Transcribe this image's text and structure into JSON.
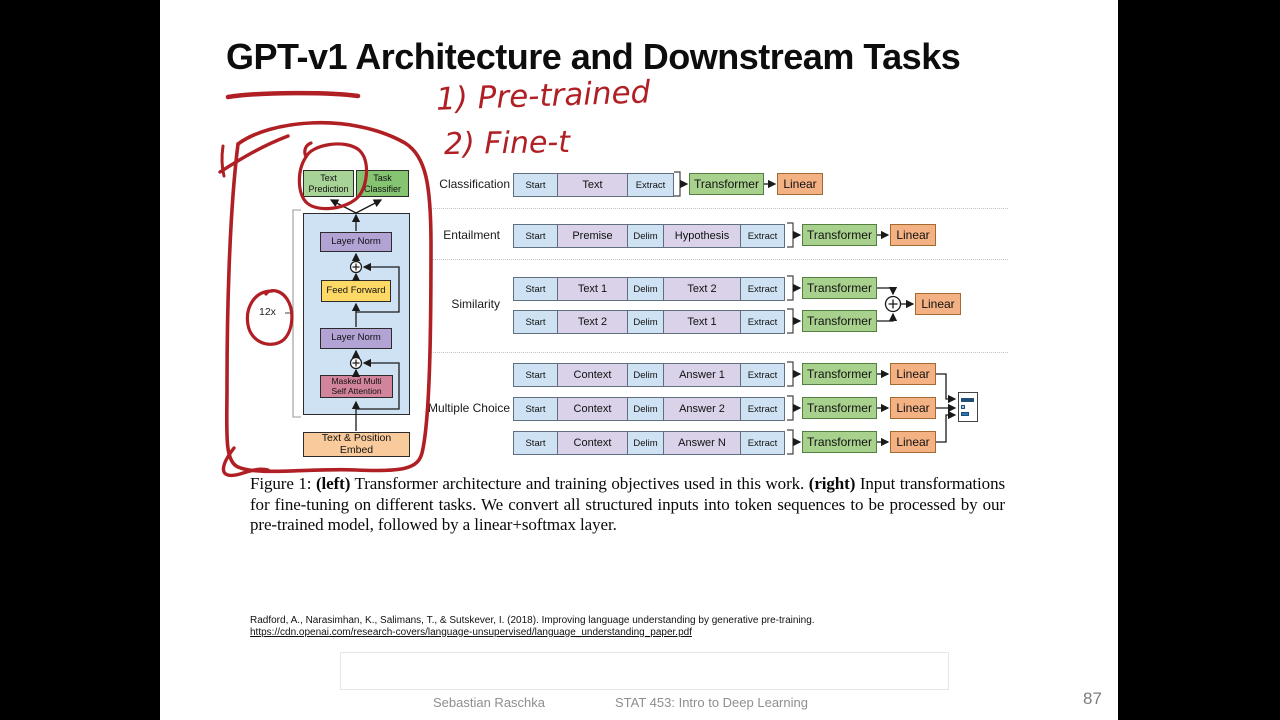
{
  "colors": {
    "ink_red": "#b01f24",
    "head_green_light": "#a8d396",
    "head_green_dark": "#85c470",
    "panel_blue": "#cfe2f3",
    "layer_norm_purple": "#b3a2d4",
    "feed_forward_yellow": "#ffd966",
    "attention_pink": "#d1849b",
    "embed_orange": "#f9cb9c",
    "segment_blue": "#cfe2f3",
    "segment_purple": "#d9d2e9",
    "transformer_green": "#a9d18e",
    "linear_orange": "#f4b183"
  },
  "title": "GPT-v1 Architecture and Downstream Tasks",
  "ink_notes": {
    "note1": "1) Pre-trained",
    "note2": "2) Fine-t"
  },
  "labels": {
    "transformer": "Transformer",
    "linear": "Linear"
  },
  "arch": {
    "head_left": "Text Prediction",
    "head_right": "Task Classifier",
    "layer_norm_top": "Layer Norm",
    "feed_forward": "Feed Forward",
    "layer_norm_bottom": "Layer Norm",
    "masked_attn": "Masked Multi Self Attention",
    "embed": "Text & Position Embed",
    "repeat": "12x"
  },
  "tasks": {
    "classification": {
      "label": "Classification",
      "seq": [
        "Start",
        "Text",
        "Extract"
      ]
    },
    "entailment": {
      "label": "Entailment",
      "seq": [
        "Start",
        "Premise",
        "Delim",
        "Hypothesis",
        "Extract"
      ]
    },
    "similarity": {
      "label": "Similarity",
      "seq1": [
        "Start",
        "Text 1",
        "Delim",
        "Text 2",
        "Extract"
      ],
      "seq2": [
        "Start",
        "Text 2",
        "Delim",
        "Text 1",
        "Extract"
      ]
    },
    "multiple_choice": {
      "label": "Multiple Choice",
      "seq1": [
        "Start",
        "Context",
        "Delim",
        "Answer 1",
        "Extract"
      ],
      "seq2": [
        "Start",
        "Context",
        "Delim",
        "Answer 2",
        "Extract"
      ],
      "seq3": [
        "Start",
        "Context",
        "Delim",
        "Answer N",
        "Extract"
      ]
    }
  },
  "caption": {
    "prefix": "Figure 1: ",
    "bold_left": "(left)",
    "text_left": " Transformer architecture and training objectives used in this work. ",
    "bold_right": "(right)",
    "text_right": " Input transformations for fine-tuning on different tasks.  We convert all structured inputs into token sequences to be processed by our pre-trained model, followed by a linear+softmax layer."
  },
  "reference": {
    "citation": "Radford, A., Narasimhan, K., Salimans, T., & Sutskever, I. (2018). Improving language understanding by generative pre-training.",
    "url": "https://cdn.openai.com/research-covers/language-unsupervised/language_understanding_paper.pdf"
  },
  "footer": {
    "author": "Sebastian Raschka",
    "course": "STAT 453: Intro to Deep Learning",
    "page": "87"
  }
}
